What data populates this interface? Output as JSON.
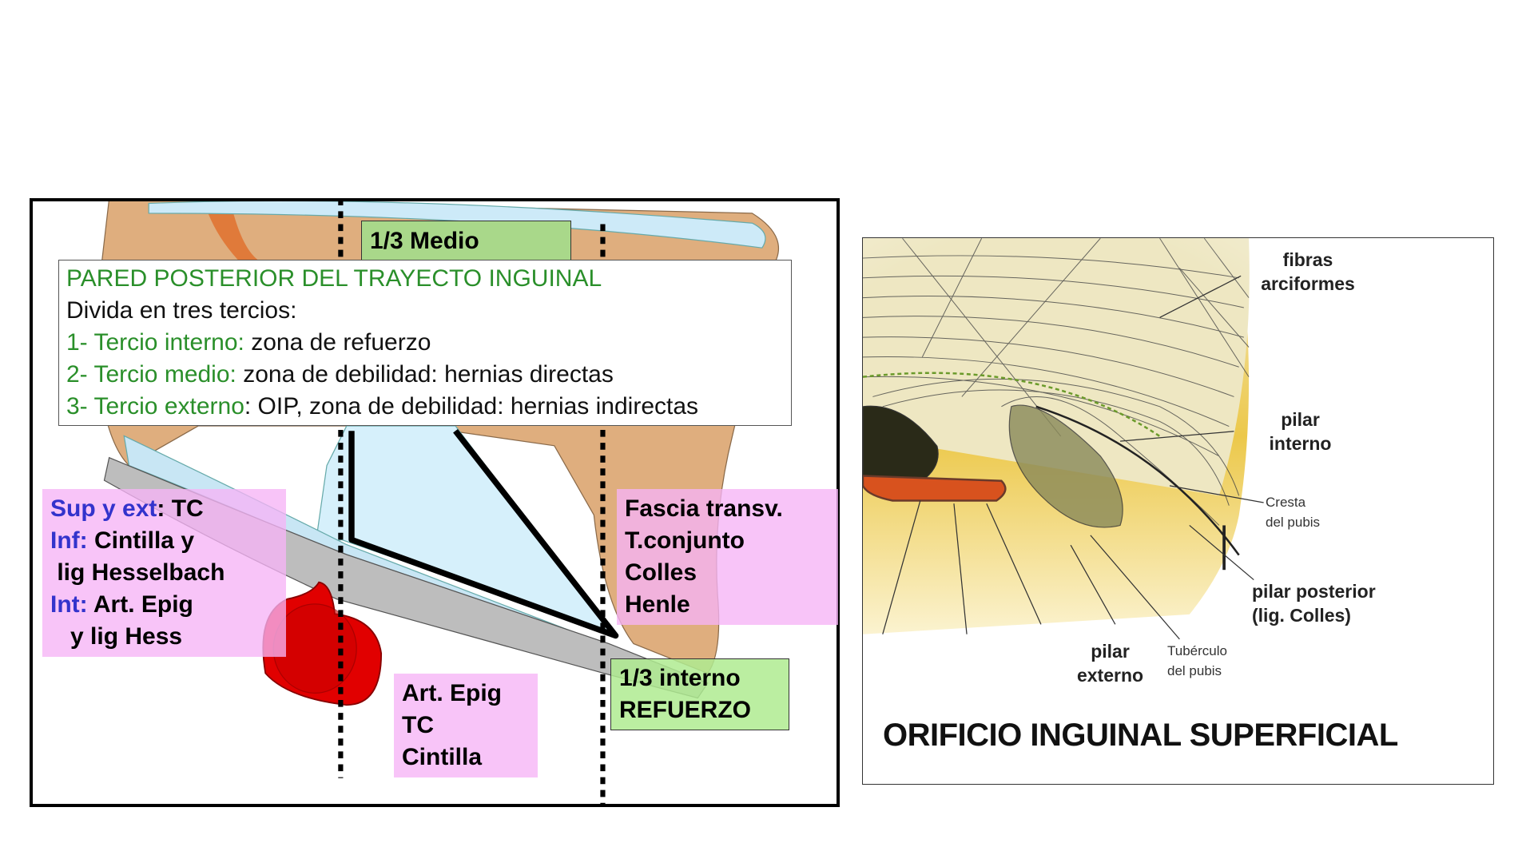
{
  "left_figure": {
    "medio_label": "1/3 Medio",
    "info": {
      "title": "PARED POSTERIOR DEL TRAYECTO INGUINAL",
      "subtitle": "Divida en tres tercios:",
      "items": [
        {
          "label": "1- Tercio interno:",
          "text": " zona de refuerzo"
        },
        {
          "label": "2- Tercio medio:",
          "text": " zona de debilidad: hernias directas"
        },
        {
          "label": "3- Tercio externo",
          "text": ": OIP, zona de debilidad: hernias indirectas"
        }
      ]
    },
    "left_box": {
      "l1_key": "Sup y ext",
      "l1_val": ": TC",
      "l2_key": "Inf:",
      "l2_val": " Cintilla y",
      "l3": " lig Hesselbach",
      "l4_key": "Int:",
      "l4_val": " Art. Epig",
      "l5": "   y lig Hess"
    },
    "right_box": [
      "Fascia transv.",
      "T.conjunto",
      "Colles",
      "Henle"
    ],
    "bottom_box": [
      "Art. Epig",
      "TC",
      "Cintilla"
    ],
    "interno_box": [
      "1/3 interno",
      "REFUERZO"
    ],
    "colors": {
      "green_text": "#2a8f2a",
      "blue_text": "#3333cc",
      "pink": "#f6b4f6",
      "green_box": "#a9d88a"
    }
  },
  "right_figure": {
    "labels": {
      "fibras": [
        "fibras",
        "arciformes"
      ],
      "pilar_interno": [
        "pilar",
        "interno"
      ],
      "cresta": [
        "Cresta",
        "del pubis"
      ],
      "pilar_posterior": [
        "pilar posterior",
        "(lig. Colles)"
      ],
      "pilar_externo": [
        "pilar",
        "externo"
      ],
      "tuberculo": [
        "Tubérculo",
        "del pubis"
      ]
    },
    "title": "ORIFICIO INGUINAL SUPERFICIAL"
  }
}
